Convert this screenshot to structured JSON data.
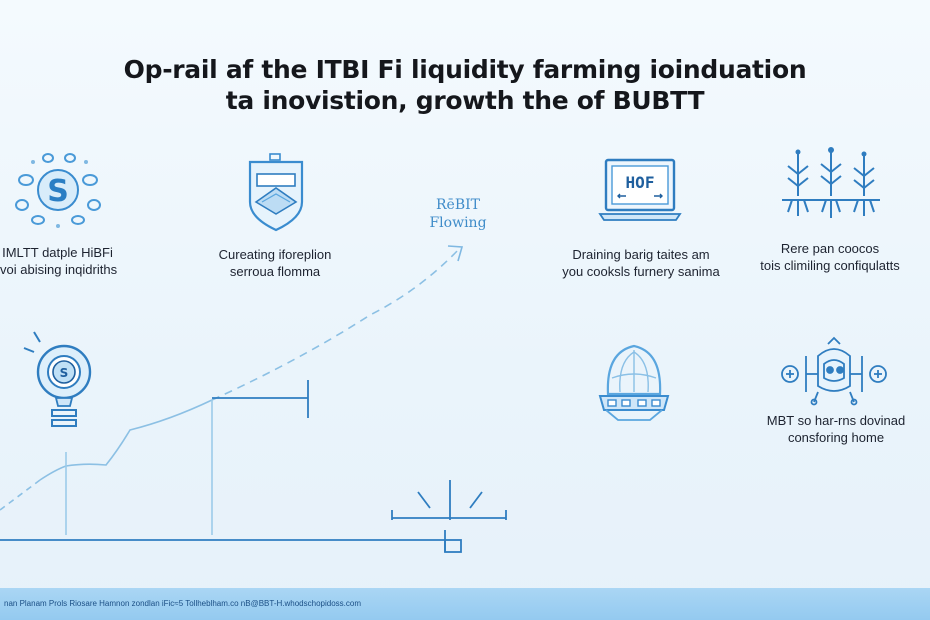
{
  "title": {
    "line1": "Op-rail af the ITBI Fi liquidity farming ioinduation",
    "line2": "ta inovistion, growth the of BUBTT"
  },
  "features": [
    {
      "line1": "IMLTT datple HiBFi",
      "line2": "voi abising inqidriths",
      "icon": "coin-s-icon"
    },
    {
      "line1": "Cureating iforeplion",
      "line2": "serroua flomma",
      "icon": "shield-icon"
    },
    {
      "line1": "Draining barig taites am",
      "line2": "you cooksls furnery sanima",
      "icon": "monitor-icon"
    },
    {
      "line1": "Rere pan coocos",
      "line2": "tois climiling confiqulatts",
      "icon": "plant-roots-icon"
    },
    {
      "line1": "MBT so har-rns dovinad",
      "line2": "consforing home",
      "icon": "robot-head-icon"
    }
  ],
  "flow_label": {
    "line1": "RēBIT",
    "line2": "Flowing"
  },
  "colors": {
    "accent": "#4a9fd8",
    "dark_blue": "#1f5f9e",
    "footer": "#9fd0f2"
  },
  "icons": [
    "lightbulb-coin-icon",
    "helmet-icon"
  ],
  "footer": {
    "text": "nan Planam Prols Riosare Hamnon zondlan iFic≈5 Tollheblham.co nB@BBT-H.whodschopidoss.com"
  }
}
